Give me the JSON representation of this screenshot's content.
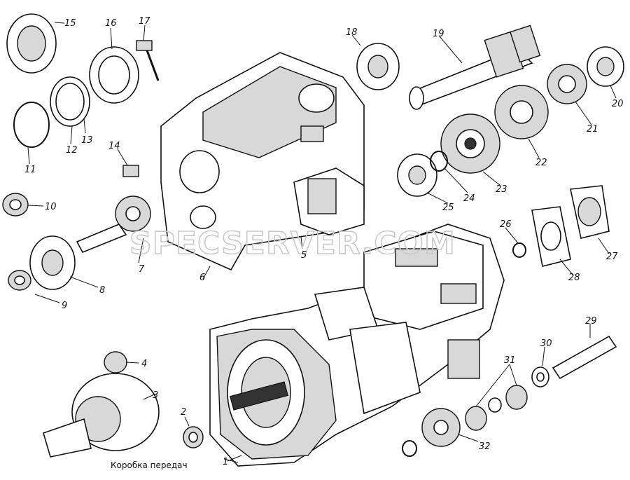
{
  "caption": "Коробка передач",
  "watermark": "SPECSERVER.COM",
  "callouts": [
    "1",
    "2",
    "3",
    "4",
    "5",
    "6",
    "7",
    "8",
    "9",
    "10",
    "11",
    "12",
    "13",
    "14",
    "15",
    "16",
    "17",
    "18",
    "19",
    "20",
    "21",
    "22",
    "23",
    "24",
    "25",
    "26",
    "27",
    "28",
    "29",
    "30",
    "31",
    "32"
  ]
}
